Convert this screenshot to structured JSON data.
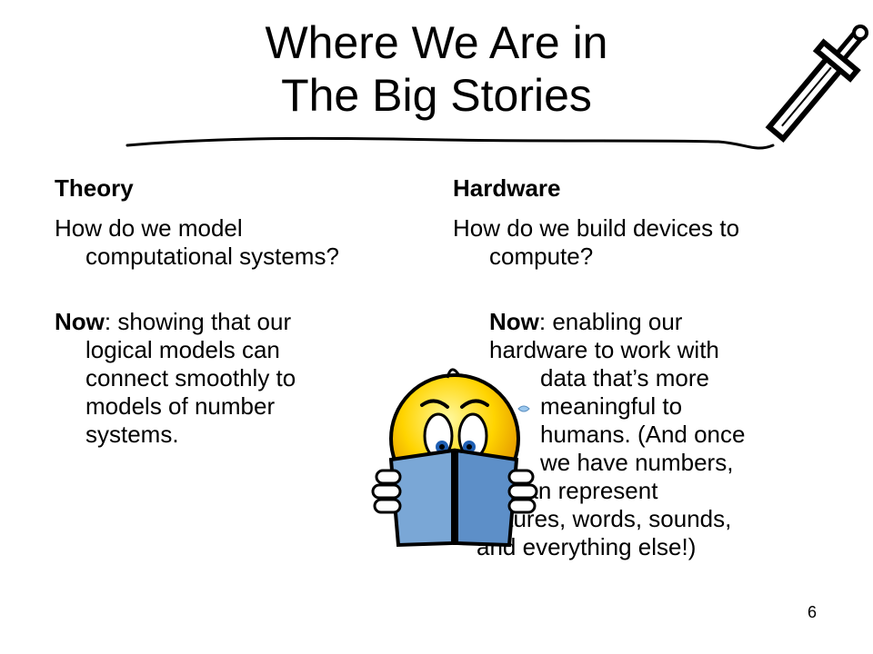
{
  "slide": {
    "title_line1": "Where We Are in",
    "title_line2": "The Big Stories",
    "page_number": "6"
  },
  "left_column": {
    "heading": "Theory",
    "question_line1": "How do we model",
    "question_line2": "computational systems?",
    "now_label": "Now",
    "now_lines": [
      ": showing that our",
      "logical models can",
      "connect smoothly to",
      "models of number",
      "systems."
    ]
  },
  "right_column": {
    "heading": "Hardware",
    "question_line1": "How do we build devices to",
    "question_line2": "compute?",
    "now_label": "Now",
    "now_lines": [
      ": enabling our",
      "hardware to work with",
      "data that’s more",
      "meaningful to",
      "humans.  (And once",
      "we have numbers,",
      "we can represent",
      "pictures, words, sounds,",
      "and everything else!)"
    ]
  },
  "decorations": {
    "sword_icon": "sword-icon",
    "reader_icon": "smiley-reading-book-icon"
  }
}
